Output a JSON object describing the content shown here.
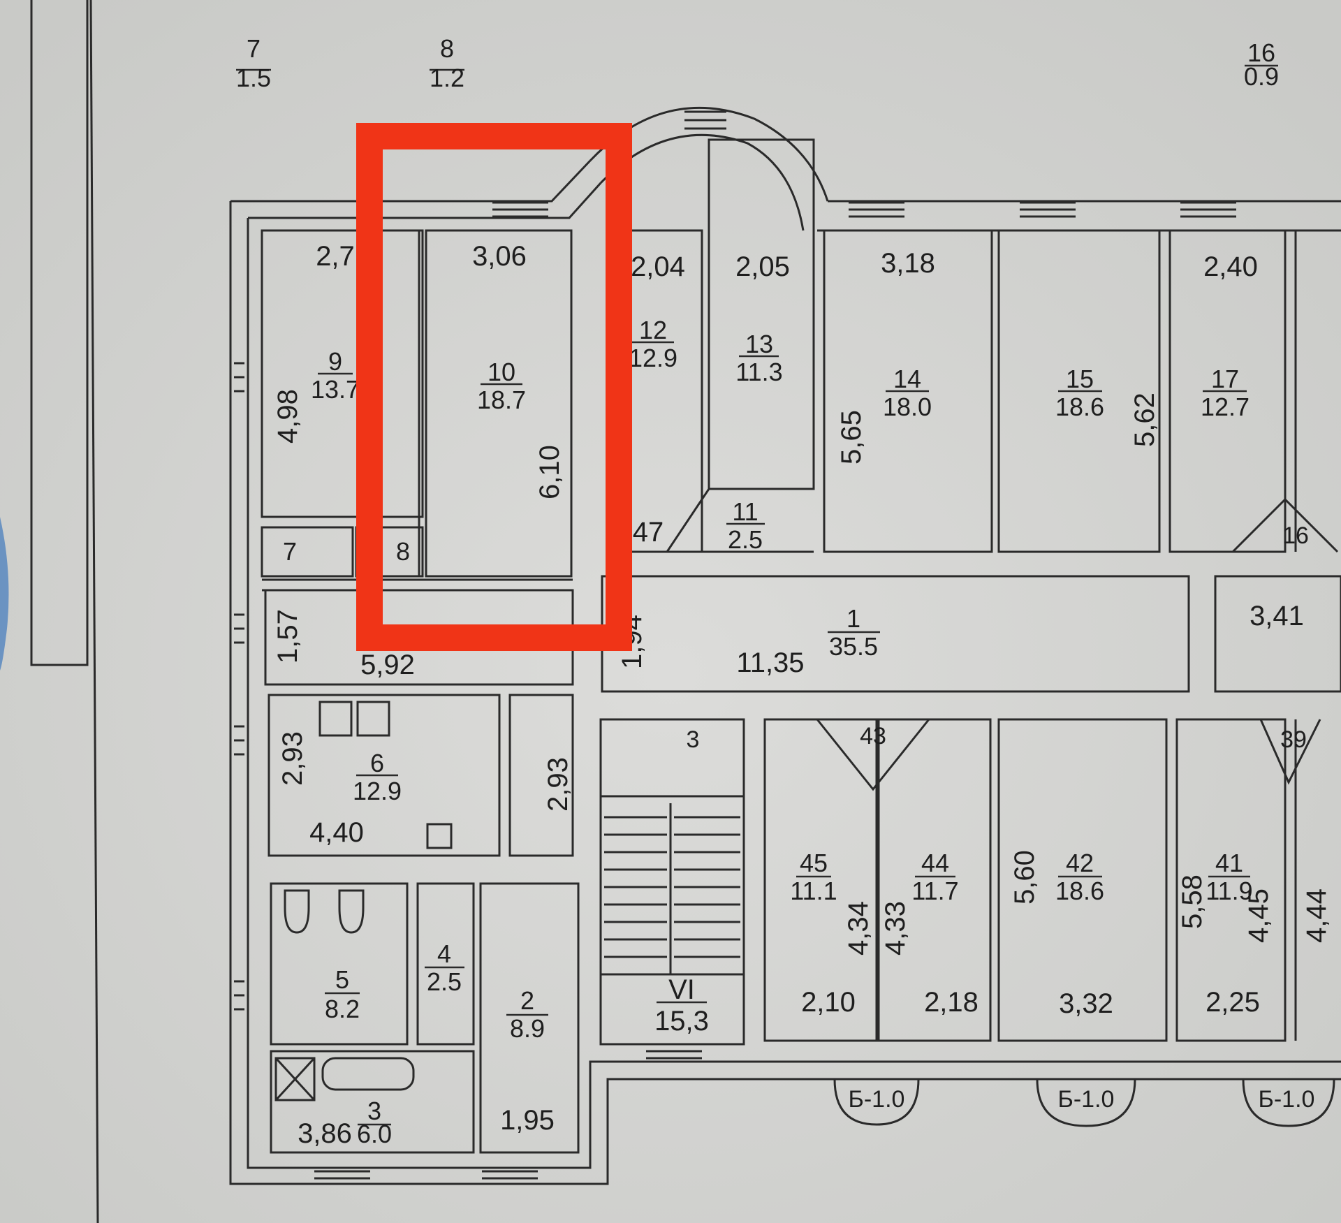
{
  "colors": {
    "paper": "#d3d4d1",
    "ink": "#2a2a2a",
    "highlight": "#f03417",
    "seal": "#4a7fbd"
  },
  "plan": {
    "axes": [
      {
        "num": "7",
        "val": "1.5"
      },
      {
        "num": "8",
        "val": "1.2"
      },
      {
        "num": "16",
        "val": "0.9"
      }
    ],
    "rooms": {
      "r1": {
        "num": "1",
        "area": "35.5"
      },
      "r2": {
        "num": "2",
        "area": "8.9"
      },
      "r3": {
        "num": "3",
        "area": "6.0"
      },
      "r4": {
        "num": "4",
        "area": "2.5"
      },
      "r5": {
        "num": "5",
        "area": "8.2"
      },
      "r6": {
        "num": "6",
        "area": "12.9"
      },
      "r9": {
        "num": "9",
        "area": "13.7"
      },
      "r10": {
        "num": "10",
        "area": "18.7"
      },
      "r11": {
        "num": "11",
        "area": "2.5"
      },
      "r12": {
        "num": "12",
        "area": "12.9"
      },
      "r13": {
        "num": "13",
        "area": "11.3"
      },
      "r14": {
        "num": "14",
        "area": "18.0"
      },
      "r15": {
        "num": "15",
        "area": "18.6"
      },
      "r17": {
        "num": "17",
        "area": "12.7"
      },
      "r41": {
        "num": "41",
        "area": "11.9"
      },
      "r42": {
        "num": "42",
        "area": "18.6"
      },
      "r44": {
        "num": "44",
        "area": "11.7"
      },
      "r45": {
        "num": "45",
        "area": "11.1"
      },
      "stair": {
        "num": "VI",
        "area": "15,3"
      }
    },
    "labels": {
      "room7": "7",
      "room8": "8",
      "room16": "16",
      "room3": "3",
      "room43": "43",
      "room39": "39",
      "balcony": "Б-1.0"
    },
    "dims": {
      "d_2_7": "2,7",
      "d_3_06": "3,06",
      "d_2_04": "2,04",
      "d_2_05": "2,05",
      "d_3_18": "3,18",
      "d_2_40": "2,40",
      "d_4_98": "4,98",
      "d_6_10": "6,10",
      "d_5_65": "5,65",
      "d_5_62": "5,62",
      "d_47": "47",
      "d_1_57": "1,57",
      "d_5_92": "5,92",
      "d_1_94": "1,94",
      "d_11_35": "11,35",
      "d_3_41": "3,41",
      "d_2_93a": "2,93",
      "d_2_93b": "2,93",
      "d_4_40": "4,40",
      "d_5_60": "5,60",
      "d_4_34": "4,34",
      "d_4_33": "4,33",
      "d_5_58": "5,58",
      "d_4_45": "4,45",
      "d_4_44": "4,44",
      "d_2_10": "2,10",
      "d_2_18": "2,18",
      "d_3_32": "3,32",
      "d_2_25": "2,25",
      "d_3_86": "3,86",
      "d_1_95": "1,95"
    }
  }
}
